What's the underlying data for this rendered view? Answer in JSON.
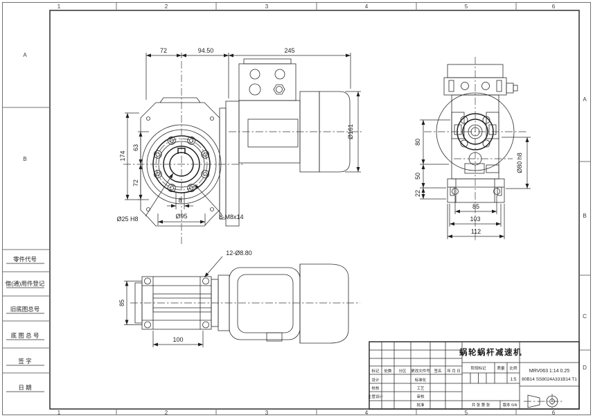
{
  "zones": {
    "top": [
      "1",
      "2",
      "3",
      "4",
      "5",
      "6"
    ],
    "bottom": [
      "1",
      "2",
      "3",
      "4",
      "5",
      "6"
    ],
    "right": [
      "A",
      "B",
      "C",
      "D"
    ],
    "left": [
      "A",
      "B"
    ]
  },
  "left_panel": {
    "rows": [
      "零件代号",
      "借(通)用件登记",
      "旧底图总号",
      "底 图 总 号",
      "签  字",
      "日  期"
    ]
  },
  "title_block": {
    "product_title": "蜗轮蜗杆减速机",
    "code_line1": "MRV063 1:14 0.25",
    "code_line2": "80B14 SS8024A331B14 T1",
    "rev_cols": [
      "标记",
      "处数",
      "分区",
      "更改文件号",
      "签名",
      "年 月 日"
    ],
    "role_rows": [
      "设计",
      "校核",
      "主管设计"
    ],
    "approve_rows": [
      "标准化",
      "工艺",
      "审核",
      "批准"
    ],
    "stage_label": "阶段标记",
    "mass_label": "质量",
    "scale_label": "比例",
    "scale_value": "1:5",
    "sheet_count": "共 张 第 张",
    "version": "版本 0/A"
  },
  "dimensions": {
    "front_w1": "72",
    "front_w2": "94.50",
    "front_motor_len": "245",
    "front_h_total": "174",
    "front_h_upper": "63",
    "front_h_lower": "72",
    "front_key_width": "8",
    "front_bore": "Ø25 H8",
    "front_bolt_circle": "Ø95",
    "front_tap_holes": "8-M8x14",
    "motor_dia": "Ø161",
    "side_v_80": "80",
    "side_v_50": "50",
    "side_v_22": "22",
    "side_boss": "Ø80 h8",
    "side_b_85": "85",
    "side_b_103": "103",
    "side_b_112": "112",
    "top_h_85": "85",
    "top_w_100": "100",
    "top_holes": "12-Ø8.80"
  }
}
